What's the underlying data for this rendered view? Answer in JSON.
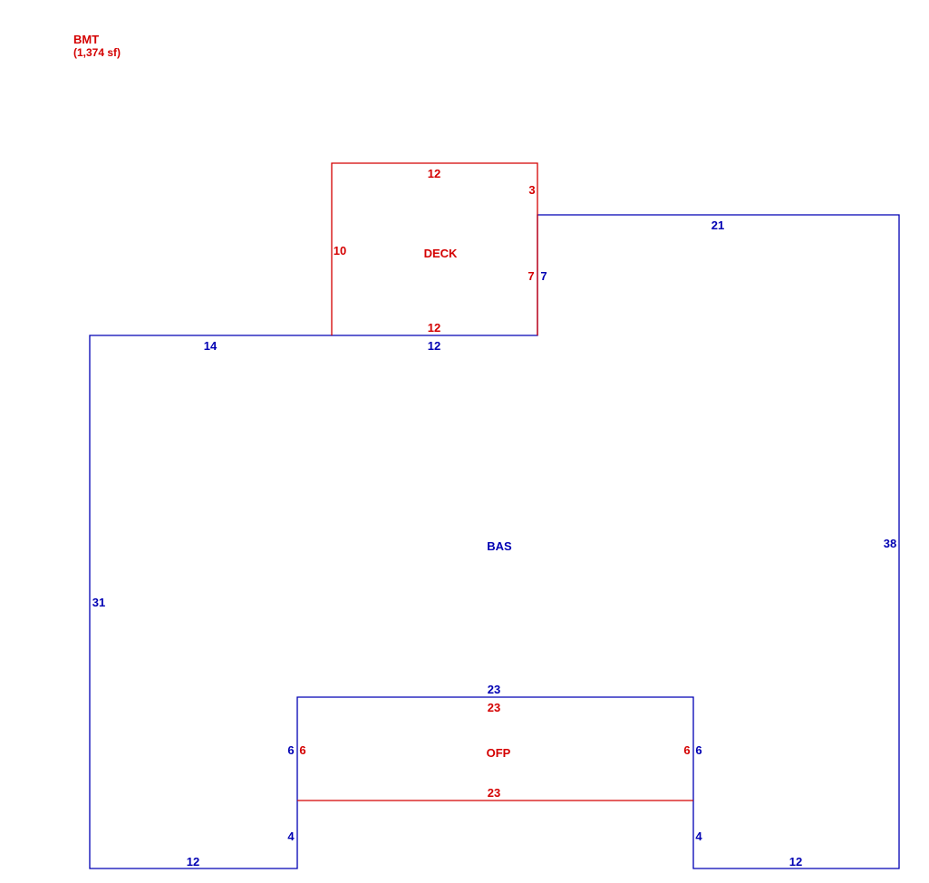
{
  "legend": {
    "name": "BMT",
    "area": "(1,374 sf)"
  },
  "colors": {
    "base": "#0000b3",
    "addition": "#d40000",
    "background": "#ffffff"
  },
  "areas": {
    "deck": "DECK",
    "base": "BAS",
    "porch": "OFP"
  },
  "dimensions": {
    "deck_top": "12",
    "deck_right_upper": "3",
    "deck_left": "10",
    "deck_right_lower": "7",
    "deck_bottom": "12",
    "base_right_notch": "7",
    "base_top_right": "21",
    "base_top_left": "14",
    "base_top_mid": "12",
    "base_right": "38",
    "base_left": "31",
    "porch_top_base": "23",
    "porch_top": "23",
    "porch_left_base": "6",
    "porch_left": "6",
    "porch_right": "6",
    "porch_right_base": "6",
    "porch_bottom": "23",
    "stub_left": "4",
    "stub_right": "4",
    "bottom_left": "12",
    "bottom_right": "12"
  }
}
